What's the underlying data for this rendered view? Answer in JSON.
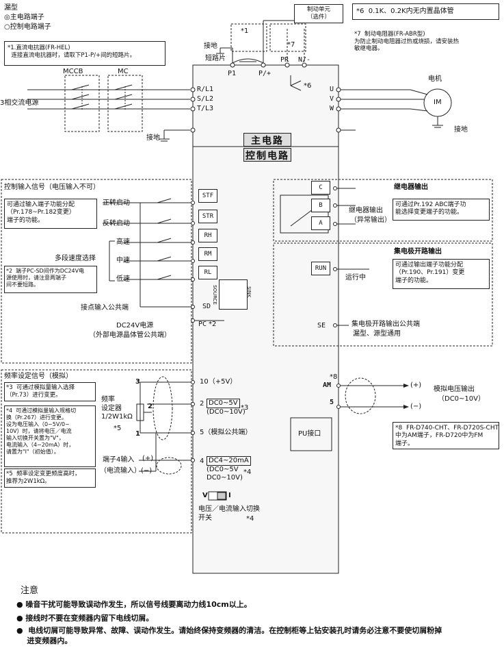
{
  "legend": {
    "heading": "漏型",
    "main_terminal": "◎主电路端子",
    "control_terminal": "○控制电路端子"
  },
  "notes": {
    "n1": "*1.直流电抗器(FR-HEL)\n  连接直流电抗器时，请取下P1-P/+间的短路片。",
    "n6": "*6  0.1K、0.2K内无内置晶体管",
    "n7": "*7  制动电阻器(FR-ABR型)\n为防止制动电阻器过热或烧损，请安装热\n敏继电器。",
    "brake_unit": "制动单元\n（选件）",
    "n2": "*2  端子PC-SD间作为DC24V电\n源使用时，请注意两端子\n间不要短路。",
    "n3": "*3  可通过模拟量输入选择\n（Pr.73）进行变更。",
    "n4": "*4  可通过模拟量输入规格切\n换（Pr.267）进行变更。\n设为电压输入（0~5V/0~\n10V）时，请将电压／电流\n输入切换开关置为\"V\"，\n电流输入（4~20mA）时，\n请置为\"I\"（初始值）。",
    "n5": "*5  频率设定变更频度高时，\n推荐为2W1kΩ。",
    "n8": "*8  FR-D740-CHT、FR-D720S-CHT\n中为AM端子，FR-D720中为FM\n端子。",
    "relay_func": "可通过Pr.192 ABC端子功\n能选择变更端子的功能。",
    "oc_func": "可通过输出端子功能分配\n（Pr.190、Pr.191）变更\n端子的功能。",
    "input_func": "可通过输入端子功能分配\n（Pr.178~Pr.182变更）\n端子的功能。"
  },
  "power": {
    "mccb": "MCCB",
    "mc": "MC",
    "source": "3相交流电源",
    "ground": "接地",
    "ground2": "接地",
    "ground3": "接地",
    "shorting_bar": "短路片",
    "r": "R/L1",
    "s": "S/L2",
    "t": "T/L3",
    "p1": "P1",
    "pp": "P/+",
    "pr": "PR",
    "nn": "N/-",
    "u": "U",
    "v": "V",
    "w": "W",
    "star1": "*1",
    "star6": "*6",
    "star7": "*7",
    "motor": "电机",
    "motor_im": "IM"
  },
  "titles": {
    "main_circuit": "主电路",
    "control_circuit": "控制电路"
  },
  "control_input": {
    "heading": "控制输入信号（电压输入不可）",
    "forward": "正转启动",
    "reverse": "反转启动",
    "multi_speed": "多段速度选择",
    "high": "高速",
    "mid": "中速",
    "low": "低速",
    "common": "接点输入公共端",
    "dc24": "DC24V电源",
    "dc24_sub": "（外部电源晶体管公共端）",
    "stf": "STF",
    "str": "STR",
    "rh": "RH",
    "rm": "RM",
    "rl": "RL",
    "sd": "SD",
    "pc": "PC",
    "pc_star": "*2",
    "source": "SOURCE",
    "sink": "SINK"
  },
  "relay": {
    "heading": "继电器输出",
    "c": "C",
    "b": "B",
    "a": "A",
    "label": "继电器输出",
    "label2": "（异常输出）"
  },
  "oc": {
    "heading": "集电极开路输出",
    "run": "RUN",
    "running": "运行中",
    "se": "SE",
    "se_label": "集电极开路输出公共端",
    "se_label2": "漏型、源型通用"
  },
  "freq": {
    "heading": "频率设定信号（模拟）",
    "setter": "频率\n设定器\n1/2W1kΩ",
    "star5": "*5",
    "t10": "10（+5V）",
    "t2": "2",
    "t2_range1": "DC0~5V",
    "t2_range2": "(DC0~10V)",
    "t2_star": "*3",
    "t5": "5（模拟公共端）",
    "t4": "4",
    "t4_range1": "DC4~20mA",
    "t4_range2": "(DC0~5V",
    "t4_range3": "DC0~10V)",
    "t4_star": "*4",
    "term4_input": "端子4输入",
    "current_input": "（电流输入）",
    "plus": "(+)",
    "minus": "(−)",
    "n3": "3",
    "n2": "2",
    "n1": "1",
    "switch_v": "V",
    "switch_i": "I",
    "switch_label": "电压／电流输入切换\n开关",
    "switch_star": "*4"
  },
  "analog_out": {
    "am": "AM",
    "am_star": "*8",
    "five": "5",
    "plus": "(+)",
    "minus": "(−)",
    "label": "模拟电压输出",
    "range": "（DC0~10V）",
    "pu": "PU接口"
  },
  "footer": {
    "heading": "注意",
    "items": [
      "●  噪音干扰可能导致误动作发生，所以信号线要离动力线10cm以上。",
      "●  接线时不要在变频器内留下电线切屑。",
      "●  电线切屑可能导致异常、故障、误动作发生。请始终保持变频器的清洁。在控制柜等上钻安装孔时请务必注意不要使切屑粉掉\n    进变频器内。"
    ]
  }
}
